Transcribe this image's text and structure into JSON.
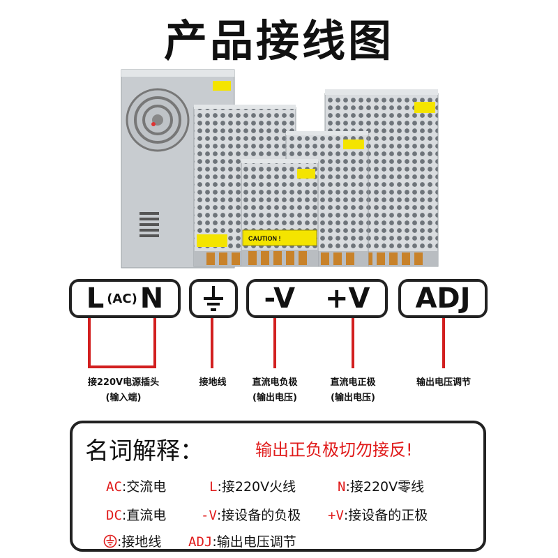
{
  "title": "产品接线图",
  "terminals": {
    "ln": {
      "l": "L",
      "ac": "(AC)",
      "n": "N"
    },
    "ground_symbol": "ground-symbol",
    "neg_pos": {
      "neg": "-V",
      "pos": "+V"
    },
    "adj": "ADJ"
  },
  "labels": {
    "mains_1": "接220V电源插头",
    "mains_2": "(输入端)",
    "ground": "接地线",
    "neg_1": "直流电负极",
    "neg_2": "(输出电压)",
    "pos_1": "直流电正极",
    "pos_2": "(输出电压)",
    "adj": "输出电压调节"
  },
  "glossary": {
    "heading": "名词解释：",
    "warning": "输出正负极切勿接反!",
    "items": [
      {
        "key": "AC",
        "text": ":交流电"
      },
      {
        "key": "L",
        "text": ":接220V火线"
      },
      {
        "key": "N",
        "text": ":接220V零线"
      },
      {
        "key": "DC",
        "text": ":直流电"
      },
      {
        "key": "-V",
        "text": ":接设备的负极"
      },
      {
        "key": "+V",
        "text": ":接设备的正极"
      },
      {
        "key": "",
        "text": ":接地线"
      },
      {
        "key": "ADJ",
        "text": ":输出电压调节"
      }
    ]
  },
  "colors": {
    "accent_red": "#d21f1f",
    "label_yellow": "#f4e400"
  },
  "product_labels": {
    "caution": "CAUTION !"
  }
}
